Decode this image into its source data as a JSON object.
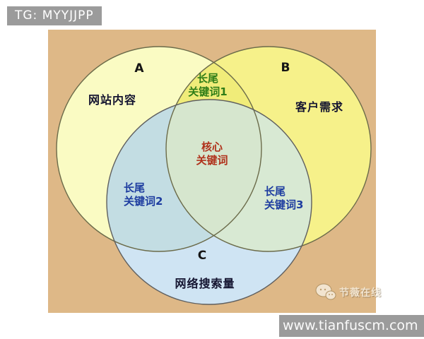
{
  "header": {
    "badge_text": "TG: MYYJJPP"
  },
  "venn": {
    "background_color": "#deb887",
    "circle_a": {
      "letter": "A",
      "label": "网站内容",
      "fill": "#fafbc3"
    },
    "circle_b": {
      "letter": "B",
      "label": "客户需求",
      "fill": "#f6f18a"
    },
    "circle_c": {
      "letter": "C",
      "label": "网络搜索量",
      "fill": "#cfe4f3"
    },
    "overlap_ab": {
      "line1": "长尾",
      "line2": "关键词1",
      "text_color": "#2f7d17",
      "fill": "#f0ec79"
    },
    "overlap_ac": {
      "line1": "长尾",
      "line2": "关键词2",
      "text_color": "#1e3da0",
      "fill": "#c3dde3"
    },
    "overlap_bc": {
      "line1": "长尾",
      "line2": "关键词3",
      "text_color": "#1e3da0",
      "fill": "#d8e9d3"
    },
    "core": {
      "line1": "核心",
      "line2": "关键词",
      "text_color": "#b0321c",
      "fill": "#d6e6ce"
    }
  },
  "watermark": {
    "icon": "chat-bubbles-icon",
    "text": "节薇在线"
  },
  "footer": {
    "url": "www.tianfuscm.com"
  }
}
